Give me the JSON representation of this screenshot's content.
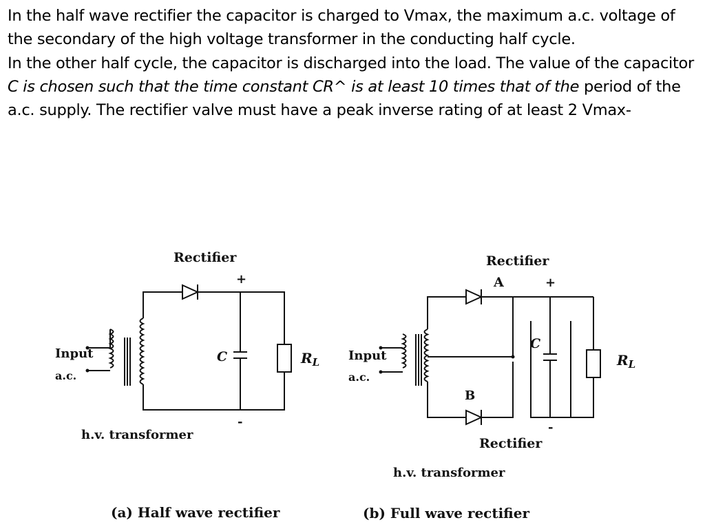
{
  "paragraph": {
    "line1": "In the half wave rectifier the capacitor is charged to Vmax, the maximum a.c. voltage of the secondary of the high voltage transformer in the conducting half cycle.",
    "line2_start": "In the other half cycle, the capacitor is discharged into the load. The value of the capacitor ",
    "line2_italic": "C is chosen such that the time constant CR^ is at least 10 times that of the",
    "line2_end": " period of the a.c. supply. The rectifier valve must have a peak inverse rating of at least 2 Vmax-"
  },
  "half_wave": {
    "rectifier": "Rectifier",
    "plus": "+",
    "minus": "-",
    "input": "Input",
    "ac": "a.c.",
    "cap": "C",
    "load": "R",
    "load_sub": "L",
    "transformer": "h.v. transformer",
    "caption": "(a) Half wave rectifier"
  },
  "full_wave": {
    "rectifier_top": "Rectifier",
    "node_a": "A",
    "plus": "+",
    "minus": "-",
    "input": "Input",
    "ac": "a.c.",
    "cap": "C",
    "load": "R",
    "load_sub": "L",
    "node_b": "B",
    "rectifier_bottom": "Rectifier",
    "transformer": "h.v. transformer",
    "caption": "(b) Full wave rectifier"
  }
}
